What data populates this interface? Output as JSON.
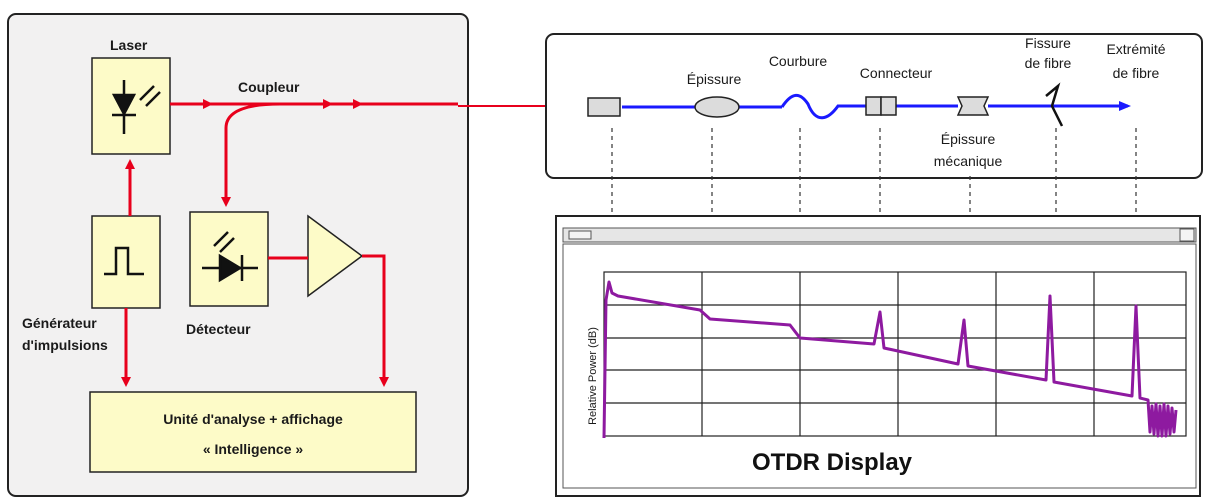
{
  "blocks": {
    "laser": "Laser",
    "coupler": "Coupleur",
    "pulse_generator_line1": "Générateur",
    "pulse_generator_line2": "d'impulsions",
    "detector": "Détecteur",
    "analysis_line1": "Unité d'analyse + affichage",
    "analysis_line2": "« Intelligence »"
  },
  "fiber_events": {
    "splice": "Épissure",
    "bend": "Courbure",
    "connector": "Connecteur",
    "crack_line1": "Fissure",
    "crack_line2": "de fibre",
    "end_line1": "Extrémité",
    "end_line2": "de fibre",
    "mech_splice_line1": "Épissure",
    "mech_splice_line2": "mécanique"
  },
  "display": {
    "title": "OTDR Display",
    "y_axis_label": "Relative Power (dB)"
  },
  "colors": {
    "signal_red": "#e8001c",
    "fiber_blue": "#1a1aff",
    "trace_purple": "#8e1aa0",
    "block_fill": "#fdfbc8",
    "panel_fill": "#f2f1f1"
  }
}
